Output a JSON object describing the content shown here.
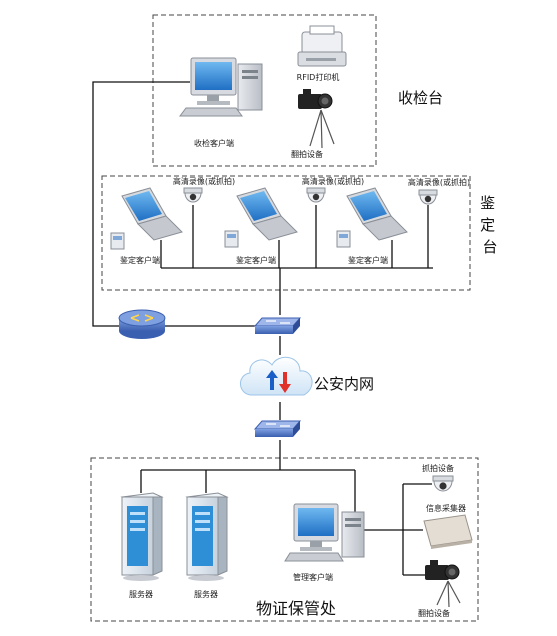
{
  "zones": {
    "intake": "收检台",
    "identification": "鉴定台",
    "storage": "物证保管处"
  },
  "intake": {
    "client_label": "收检客户端",
    "printer_label": "RFID打印机",
    "camera_label": "翻拍设备"
  },
  "identification": {
    "stations": [
      {
        "camera_label": "高清录像(或抓拍)",
        "client_label": "鉴定客户端"
      },
      {
        "camera_label": "高清录像(或抓拍)",
        "client_label": "鉴定客户端"
      },
      {
        "camera_label": "高清录像(或抓拍)",
        "client_label": "鉴定客户端"
      }
    ]
  },
  "network": {
    "intranet_label": "公安内网"
  },
  "storage": {
    "servers": [
      "服务器",
      "服务器"
    ],
    "client_label": "管理客户端",
    "devices": {
      "dome_camera": "抓拍设备",
      "collector": "信息采集器",
      "camera": "翻拍设备"
    }
  },
  "colors": {
    "monitor_screen": "#2e86d8",
    "server_blue": "#2f8fd6",
    "switch_blue": "#4a6fc0",
    "arrow_up": "#1a5fc8",
    "arrow_down": "#e0312a",
    "line": "#111111",
    "dash_box": "#444444"
  }
}
